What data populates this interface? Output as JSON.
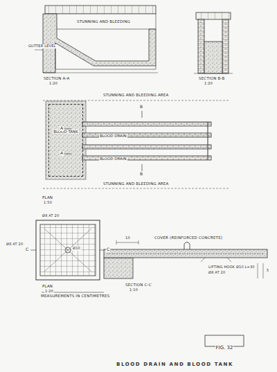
{
  "diagram": {
    "title": "BLOOD DRAIN AND BLOOD TANK",
    "nodes": [
      {
        "text": [
          "BLOOD TANK"
        ]
      },
      {
        "text": [
          "BLOOD DRAIN"
        ]
      },
      {
        "text": [
          "BLOOD DRAIN"
        ]
      },
      {
        "text": [
          "FIG. 32"
        ]
      }
    ],
    "labels": [
      "STUNNING AND BLEEDING",
      "GUTTER LEVEL",
      "SECTION A-A",
      "1:20",
      "SECTION B-B",
      "1:20",
      "STUNNING AND BLEEDING AREA",
      "A",
      "A",
      "B",
      "B",
      "STUNNING AND BLEEDING AREA",
      "PLAN",
      "1:50",
      "Ø8 AT 20",
      "Ø8 AT 20",
      "Ø10",
      "PLAN",
      "1:20",
      "MEASUREMENTS IN CENTIMETRES",
      "COVER (REINFORCED CONCRETE)",
      "LIFTING HOOK Ø10 L=30",
      "Ø8 AT 20",
      "SECTION C-C",
      "1:10",
      "10",
      "5",
      "C",
      "C"
    ]
  }
}
